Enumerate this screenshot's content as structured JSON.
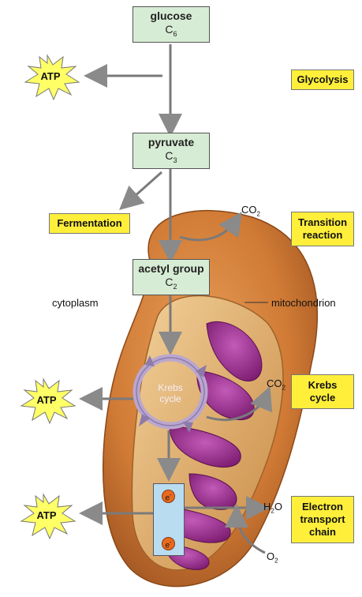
{
  "nodes": {
    "glucose": {
      "name": "glucose",
      "sub_letter": "C",
      "sub_num": "6"
    },
    "pyruvate": {
      "name": "pyruvate",
      "sub_letter": "C",
      "sub_num": "3"
    },
    "acetyl": {
      "name": "acetyl group",
      "sub_letter": "C",
      "sub_num": "2"
    }
  },
  "stages": {
    "glycolysis": "Glycolysis",
    "transition_1": "Transition",
    "transition_2": "reaction",
    "krebs_1": "Krebs",
    "krebs_2": "cycle",
    "etc_1": "Electron",
    "etc_2": "transport",
    "etc_3": "chain",
    "fermentation": "Fermentation"
  },
  "labels": {
    "cytoplasm": "cytoplasm",
    "mitochondrion": "mitochondrion",
    "krebs_cycle_1": "Krebs",
    "krebs_cycle_2": "cycle",
    "atp": "ATP",
    "electron": "e"
  },
  "molecules": {
    "co2_a": {
      "main": "CO",
      "num": "2"
    },
    "co2_b": {
      "main": "CO",
      "num": "2"
    },
    "h2o": {
      "pre": "H",
      "num": "2",
      "post": "O"
    },
    "o2": {
      "main": "O",
      "num": "2"
    }
  },
  "colors": {
    "node_fill": "#d7ecd4",
    "stage_fill": "#ffef3a",
    "atp_burst": "#ffff66",
    "mito_outer": "#d4823a",
    "mito_inner": "#9a2a8a",
    "etc_fill": "#b9dcf0"
  }
}
